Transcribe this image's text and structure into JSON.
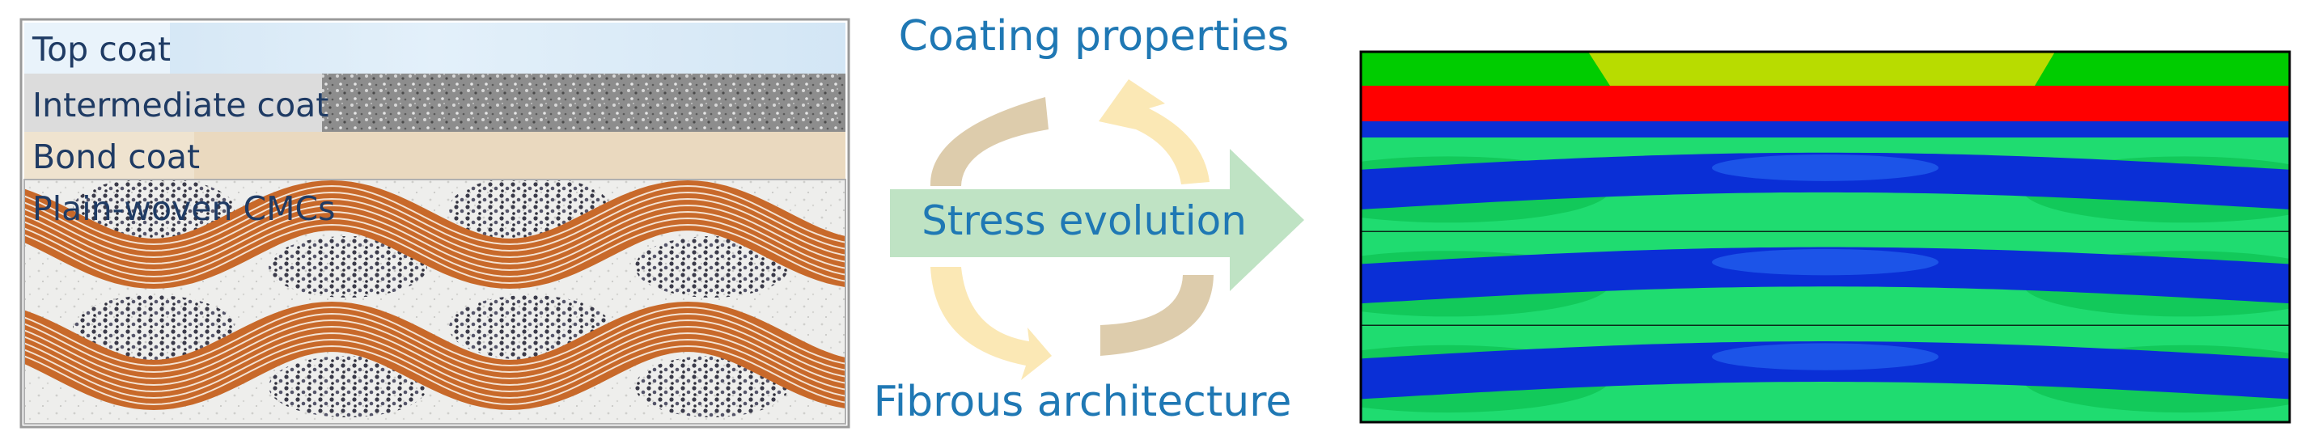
{
  "schematic": {
    "layers": {
      "top": "Top coat",
      "intermediate": "Intermediate coat",
      "bond": "Bond coat",
      "substrate": "Plain-woven CMCs"
    }
  },
  "center": {
    "top_label": "Coating properties",
    "bottom_label": "Fibrous architecture",
    "arrow_label": "Stress evolution"
  },
  "colors": {
    "top_coat": "#d9eaf7",
    "intermediate_coat": "#9a9a9a",
    "bond_coat": "#ead9bf",
    "tow": "#c8692a",
    "fem_green": "#00cc00",
    "fem_yellow": "#b8dc00",
    "fem_red": "#ff0000",
    "fem_blue": "#0a2fd6",
    "fem_light_green": "#1fdc70",
    "arrow_green": "#bfe3c4",
    "cycle_tan": "#d9c6a3",
    "cycle_cream": "#fbe8b5"
  }
}
